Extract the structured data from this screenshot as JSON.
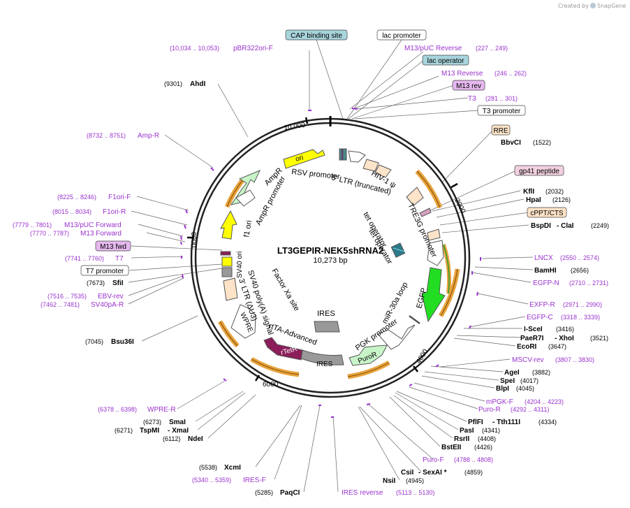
{
  "credit": {
    "prefix": "Created by",
    "brand": "SnapGene"
  },
  "plasmid": {
    "name": "LT3GEPIR-NEK5shRNA2",
    "size": "10,273 bp"
  },
  "ticks": [
    "2000",
    "4000",
    "6000",
    "8000",
    "10,000"
  ],
  "inner_labels": {
    "ori": "ori",
    "rsv_promoter": "RSV promoter",
    "ltr5": "5' LTR (truncated)",
    "hiv_psi": "HIV-1 ψ",
    "tre3g": "TRE3G promoter",
    "tet_operator_1": "tet operator",
    "tet_operator_2": "tet operator",
    "egfp": "EGFP",
    "mir30a_loop": "miR-30a loop",
    "pgk_promoter": "PGK promoter",
    "puror": "PuroR",
    "ires": "IRES",
    "ires2": "IRES",
    "rtetr": "rTetR",
    "rtta_advanced": "rtTA-Advanced",
    "factor_xa_site": "Factor Xa site",
    "sv40_polya": "SV40 poly(A) signal",
    "ltr3": "3' LTR (ΔU3)",
    "wpre": "WPRE",
    "sv40_ori": "SV40 ori",
    "f1_ori": "f1 ori",
    "ampr_promoter": "AmpR promoter",
    "ampr": "AmpR"
  },
  "feature_boxes": {
    "cap_binding_site": "CAP binding site",
    "lac_promoter": "lac promoter",
    "lac_operator": "lac operator",
    "m13_rev": "M13 rev",
    "t3_promoter": "T3 promoter",
    "rre": "RRE",
    "gp41_peptide": "gp41 peptide",
    "cppt_cts": "cPPT/CTS",
    "m13_fwd": "M13 fwd",
    "t7_promoter": "T7 promoter"
  },
  "primers": {
    "pbr322ori_f": {
      "name": "pBR322ori-F",
      "range": "(10,034 .. 10,053)"
    },
    "m13_puc_reverse": {
      "name": "M13/pUC Reverse",
      "range": "(227 .. 249)"
    },
    "m13_reverse": {
      "name": "M13 Reverse",
      "range": "(246 .. 262)"
    },
    "t3": {
      "name": "T3",
      "range": "(281 .. 301)"
    },
    "amp_r": {
      "name": "Amp-R",
      "range": "(8732 .. 8751)"
    },
    "f1ori_f": {
      "name": "F1ori-F",
      "range": "(8225 .. 8246)"
    },
    "f1ori_r": {
      "name": "F1ori-R",
      "range": "(8015 .. 8034)"
    },
    "m13_puc_forward": {
      "name": "M13/pUC Forward",
      "range": "(7779 .. 7801)"
    },
    "m13_forward": {
      "name": "M13 Forward",
      "range": "(7770 .. 7787)"
    },
    "t7": {
      "name": "T7",
      "range": "(7741 .. 7760)"
    },
    "ebv_rev": {
      "name": "EBV-rev",
      "range": "(7516 .. 7535)"
    },
    "sv40pa_r": {
      "name": "SV40pA-R",
      "range": "(7462 .. 7481)"
    },
    "lncx": {
      "name": "LNCX",
      "range": "(2550 .. 2574)"
    },
    "egfp_n": {
      "name": "EGFP-N",
      "range": "(2710 .. 2731)"
    },
    "exfp_r": {
      "name": "EXFP-R",
      "range": "(2971 .. 2990)"
    },
    "egfp_c": {
      "name": "EGFP-C",
      "range": "(3318 .. 3339)"
    },
    "mscv_rev": {
      "name": "MSCV-rev",
      "range": "(3807 .. 3830)"
    },
    "mpgk_f": {
      "name": "mPGK-F",
      "range": "(4204 .. 4223)"
    },
    "puro_r": {
      "name": "Puro-R",
      "range": "(4292 .. 4311)"
    },
    "puro_f": {
      "name": "Puro-F",
      "range": "(4788 .. 4808)"
    },
    "ires_reverse": {
      "name": "IRES reverse",
      "range": "(5113 .. 5130)"
    },
    "ires_f": {
      "name": "IRES-F",
      "range": "(5340 .. 5359)"
    },
    "wpre_r": {
      "name": "WPRE-R",
      "range": "(6378 .. 6398)"
    }
  },
  "enzymes": {
    "ahdi": {
      "pos": "(9301)",
      "name": "AhdI"
    },
    "bbvci": {
      "name": "BbvCI",
      "pos": "(1522)"
    },
    "kfli": {
      "name": "KflI",
      "pos": "(2032)"
    },
    "hpai": {
      "name": "HpaI",
      "pos": "(2126)"
    },
    "bspdi": {
      "name": "BspDI",
      "name2": "- ClaI",
      "pos": "(2249)"
    },
    "bamhi": {
      "name": "BamHI",
      "pos": "(2656)"
    },
    "i_scei": {
      "name": "I-SceI",
      "pos": "(3416)"
    },
    "paer7i": {
      "name": "PaeR7I",
      "name2": "- XhoI",
      "pos": "(3521)"
    },
    "ecori": {
      "name": "EcoRI",
      "pos": "(3647)"
    },
    "agei": {
      "name": "AgeI",
      "pos": "(3882)"
    },
    "spei": {
      "name": "SpeI",
      "pos": "(4017)"
    },
    "blpi": {
      "name": "BlpI",
      "pos": "(4045)"
    },
    "pflfi": {
      "name": "PflFI",
      "name2": "- Tth111I",
      "pos": "(4334)"
    },
    "pasi": {
      "name": "PasI",
      "pos": "(4341)"
    },
    "rsrii": {
      "name": "RsrII",
      "pos": "(4408)"
    },
    "bsteii": {
      "name": "BstEII",
      "pos": "(4426)"
    },
    "csii": {
      "name": "CsiI",
      "name2": "- SexAI *",
      "pos": "(4859)"
    },
    "nsii": {
      "name": "NsiI",
      "pos": "(4945)"
    },
    "paqci": {
      "pos": "(5285)",
      "name": "PaqCI"
    },
    "xcmi": {
      "pos": "(5538)",
      "name": "XcmI"
    },
    "ndei": {
      "pos": "(6112)",
      "name": "NdeI"
    },
    "tspmi": {
      "pos": "(6271)",
      "name": "TspMI",
      "name2": "- XmaI"
    },
    "smai": {
      "pos": "(6273)",
      "name": "SmaI"
    },
    "bsu36i": {
      "pos": "(7045)",
      "name": "Bsu36I"
    },
    "sfii": {
      "pos": "(7673)",
      "name": "SfiI"
    }
  },
  "colors": {
    "primer": "#9932cc",
    "backbone": "#222222",
    "orange_feature": "#e8a33d",
    "ori_yellow": "#ffff00",
    "ampr_green": "#c8f5c8",
    "egfp_green": "#22dd22",
    "rtetr_maroon": "#8b1e5a",
    "ires_gray": "#999999",
    "feature_box_blue": "#a8d4dc",
    "feature_box_pink": "#f2d0e0",
    "feature_box_peach": "#fde3c8",
    "feature_box_purple": "#e6b8ef"
  }
}
